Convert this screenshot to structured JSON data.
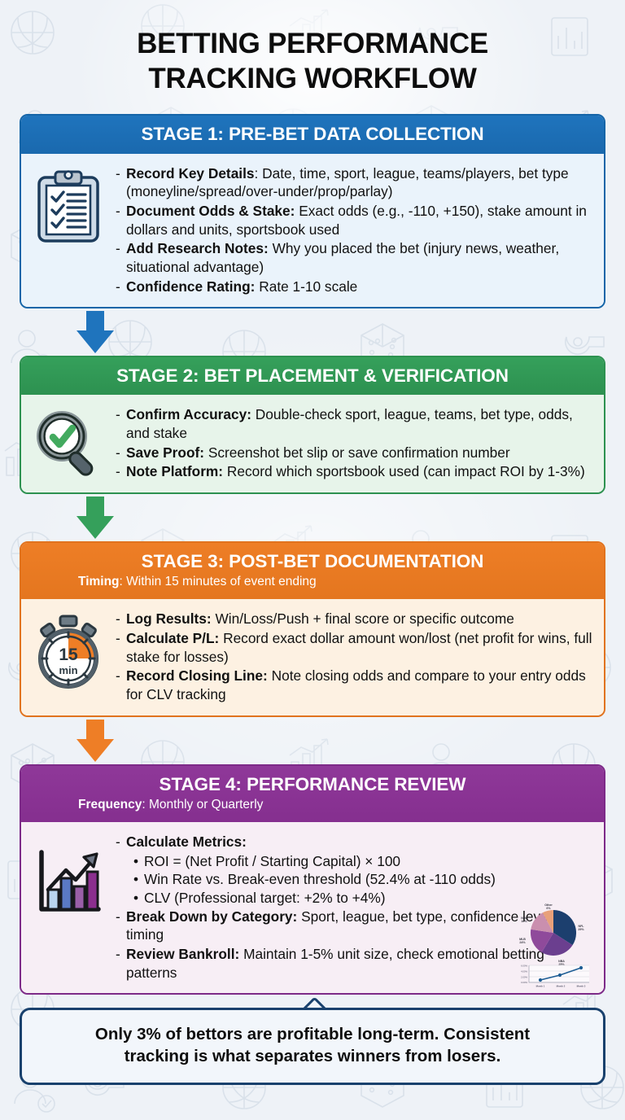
{
  "title": {
    "line1": "BETTING PERFORMANCE",
    "line2": "TRACKING WORKFLOW"
  },
  "colors": {
    "stage1": "#1f74bd",
    "stage2": "#35a05b",
    "stage3": "#ee7e26",
    "stage4": "#8f3899",
    "footer_border": "#19416d",
    "page_bg": "#eef2f7"
  },
  "stages": [
    {
      "id": "stage-1",
      "title": "STAGE 1: PRE-BET DATA COLLECTION",
      "subtitle_label": "",
      "subtitle_value": "",
      "icon": "clipboard-checklist-icon",
      "bullets": [
        {
          "marker": "-",
          "label": "Record Key Details",
          "sep": ": ",
          "text": "Date, time, sport, league, teams/players, bet type (moneyline/spread/over-under/prop/parlay)"
        },
        {
          "marker": "-",
          "label": "Document Odds & Stake:",
          "sep": " ",
          "text": "Exact odds (e.g., -110, +150), stake amount in dollars and units, sportsbook used"
        },
        {
          "marker": "-",
          "label": "Add Research Notes:",
          "sep": " ",
          "text": "Why you placed the bet (injury news, weather, situational advantage)"
        },
        {
          "marker": "-",
          "label": "Confidence Rating:",
          "sep": " ",
          "text": "Rate 1-10 scale"
        }
      ]
    },
    {
      "id": "stage-2",
      "title": "STAGE 2: BET PLACEMENT & VERIFICATION",
      "subtitle_label": "",
      "subtitle_value": "",
      "icon": "magnifier-check-icon",
      "bullets": [
        {
          "marker": "-",
          "label": "Confirm Accuracy:",
          "sep": " ",
          "text": "Double-check sport, league, teams, bet type, odds, and stake"
        },
        {
          "marker": "-",
          "label": "Save Proof:",
          "sep": " ",
          "text": "Screenshot bet slip or save confirmation number"
        },
        {
          "marker": "-",
          "label": "Note Platform:",
          "sep": " ",
          "text": "Record which sportsbook used (can impact ROI by 1-3%)"
        }
      ]
    },
    {
      "id": "stage-3",
      "title": "STAGE 3: POST-BET DOCUMENTATION",
      "subtitle_label": "Timing",
      "subtitle_value": ": Within 15 minutes of event ending",
      "icon": "stopwatch-icon",
      "bullets": [
        {
          "marker": "-",
          "label": "Log Results:",
          "sep": " ",
          "text": "Win/Loss/Push + final score or specific outcome"
        },
        {
          "marker": "-",
          "label": "Calculate P/L:",
          "sep": " ",
          "text": "Record exact dollar amount won/lost (net profit for wins, full stake for losses)"
        },
        {
          "marker": "-",
          "label": "Record Closing Line:",
          "sep": " ",
          "text": "Note closing odds and compare to your entry odds for CLV tracking"
        }
      ]
    },
    {
      "id": "stage-4",
      "title": "STAGE 4: PERFORMANCE REVIEW",
      "subtitle_label": "Frequency",
      "subtitle_value": ": Monthly or Quarterly",
      "icon": "growth-bar-chart-icon",
      "bullets": [
        {
          "marker": "-",
          "label": "Calculate Metrics:",
          "sep": "",
          "text": ""
        },
        {
          "marker": "-",
          "label": "Break Down by Category:",
          "sep": " ",
          "text": "Sport, league, bet type, confidence level, timing"
        },
        {
          "marker": "-",
          "label": "Review Bankroll:",
          "sep": " ",
          "text": "Maintain 1-5% unit size, check emotional betting patterns"
        }
      ],
      "sub_bullets": [
        {
          "marker": "•",
          "text": "ROI = (Net Profit / Starting Capital) × 100"
        },
        {
          "marker": "•",
          "text": "Win Rate vs. Break-even threshold (52.4% at -110 odds)"
        },
        {
          "marker": "•",
          "text": "CLV (Professional target: +2% to +4%)"
        }
      ]
    }
  ],
  "stopwatch": {
    "value": "15",
    "unit": "min"
  },
  "footer": {
    "line1": "Only 3% of bettors are profitable long-term. Consistent",
    "line2": "tracking is what separates winners from losers."
  },
  "chart_data": [
    {
      "type": "pie",
      "title": "",
      "categories": [
        "NFL",
        "NBA",
        "MLB",
        "NHL",
        "Other"
      ],
      "values": [
        29,
        25,
        24,
        16,
        6
      ],
      "colors": [
        "#1c3f6e",
        "#6b3f8f",
        "#a3559b",
        "#c98ba8",
        "#e8a07a"
      ],
      "legend": "labels-outside"
    },
    {
      "type": "line",
      "title": "",
      "x": [
        "Month 1",
        "Month 2",
        "Month 3"
      ],
      "values": [
        2.0,
        4.0,
        6.5
      ],
      "ylabel": "",
      "xlabel": "",
      "ytick_labels": [
        "0.00%",
        "2.00%",
        "4.00%",
        "6.00%"
      ],
      "grid": true,
      "color": "#1c5c94"
    }
  ]
}
